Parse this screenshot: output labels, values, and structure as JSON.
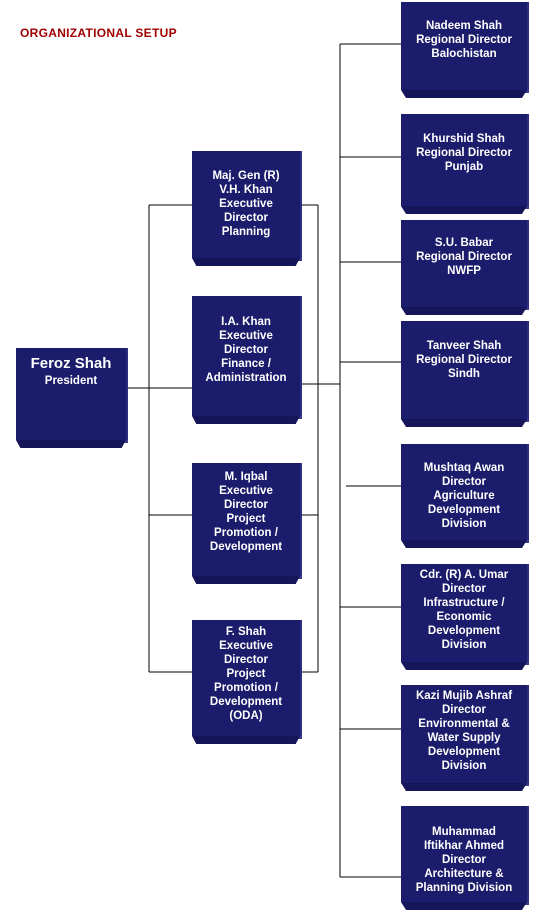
{
  "title": "ORGANIZATIONAL SETUP",
  "colors": {
    "box": "#1b1c6b",
    "title": "#a00000",
    "line": "#000000"
  },
  "president": {
    "name": "Feroz Shah",
    "role": "President"
  },
  "executive_directors": [
    {
      "lines": [
        "Maj. Gen (R)",
        "V.H. Khan",
        "Executive",
        "Director",
        "Planning"
      ]
    },
    {
      "lines": [
        "I.A. Khan",
        "Executive",
        "Director",
        "Finance /",
        "Administration"
      ]
    },
    {
      "lines": [
        "M. Iqbal",
        "Executive",
        "Director",
        "Project",
        "Promotion /",
        "Development"
      ]
    },
    {
      "lines": [
        "F. Shah",
        "Executive",
        "Director",
        "Project",
        "Promotion /",
        "Development",
        "(ODA)"
      ]
    }
  ],
  "directors": [
    {
      "lines": [
        "Nadeem Shah",
        "Regional Director",
        "Balochistan"
      ]
    },
    {
      "lines": [
        "Khurshid Shah",
        "Regional Director",
        "Punjab"
      ]
    },
    {
      "lines": [
        "S.U. Babar",
        "Regional Director",
        "NWFP"
      ]
    },
    {
      "lines": [
        "Tanveer Shah",
        "Regional Director",
        "Sindh"
      ]
    },
    {
      "lines": [
        "Mushtaq Awan",
        "Director",
        "Agriculture",
        "Development",
        "Division"
      ]
    },
    {
      "lines": [
        "Cdr. (R)  A. Umar",
        "Director",
        "Infrastructure /",
        "Economic",
        "Development",
        "Division"
      ]
    },
    {
      "lines": [
        "Kazi Mujib Ashraf",
        "Director",
        "Environmental &",
        "Water Supply",
        "Development",
        "Division"
      ]
    },
    {
      "lines": [
        "Muhammad",
        "Iftikhar Ahmed",
        "Director",
        "Architecture &",
        "Planning Division"
      ]
    }
  ]
}
